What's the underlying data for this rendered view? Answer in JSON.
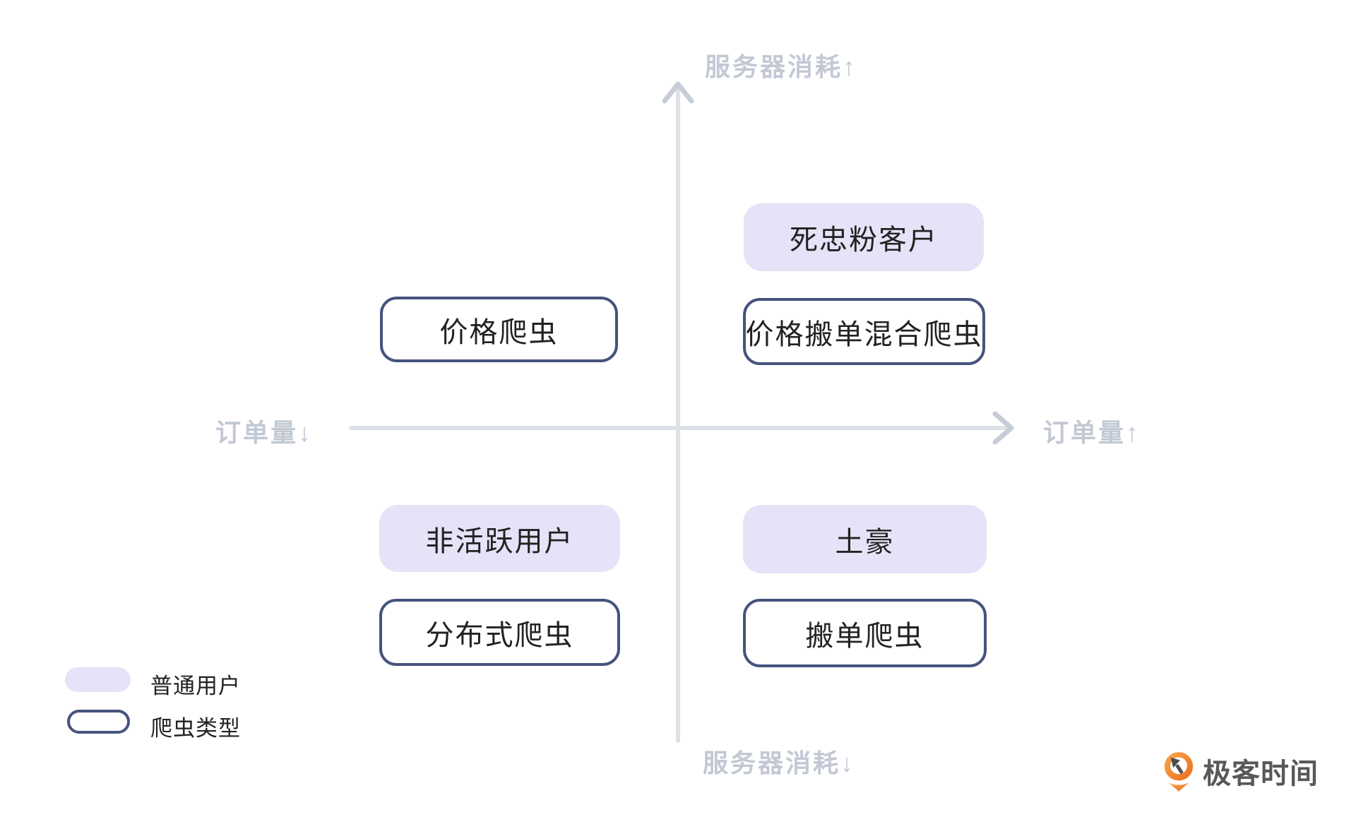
{
  "axes": {
    "top": "服务器消耗↑",
    "bottom": "服务器消耗↓",
    "left": "订单量↓",
    "right": "订单量↑"
  },
  "nodes": {
    "top_left_crawler": "价格爬虫",
    "top_right_user": "死忠粉客户",
    "top_right_crawler": "价格搬单混合爬虫",
    "bottom_left_user": "非活跃用户",
    "bottom_left_crawler": "分布式爬虫",
    "bottom_right_user": "土豪",
    "bottom_right_crawler": "搬单爬虫"
  },
  "legend": {
    "user": "普通用户",
    "crawler": "爬虫类型"
  },
  "logo": {
    "text": "极客时间"
  },
  "colors": {
    "user_fill": "#E5E3F7",
    "crawler_border": "#46537D",
    "axis_line": "#DDE1E8",
    "axis_arrow": "#C7CDD8",
    "axis_label": "#C2C8D4",
    "box_text": "#222222",
    "logo_text": "#58585A",
    "logo_orange_light": "#F9A94F",
    "logo_orange_dark": "#EC6A1A"
  }
}
